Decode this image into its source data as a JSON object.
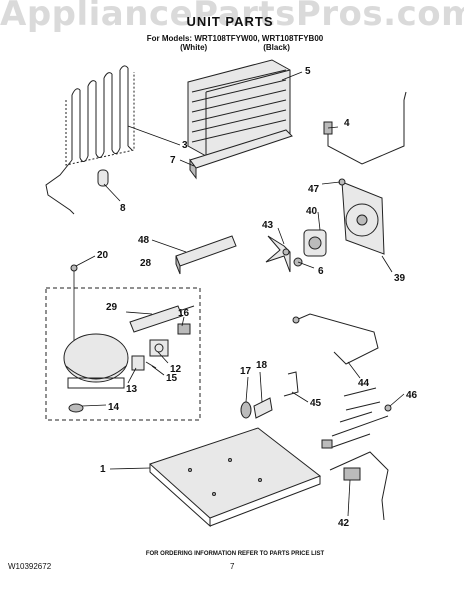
{
  "header": {
    "watermark": "AppliancePartsPros.com",
    "title": "UNIT PARTS",
    "models_line": "For Models: WRT108TFYW00, WRT108TFYB00",
    "variant_white": "(White)",
    "variant_black": "(Black)"
  },
  "callouts": [
    {
      "id": "3",
      "label": "3"
    },
    {
      "id": "4",
      "label": "4"
    },
    {
      "id": "5",
      "label": "5"
    },
    {
      "id": "6",
      "label": "6"
    },
    {
      "id": "7",
      "label": "7"
    },
    {
      "id": "8",
      "label": "8"
    },
    {
      "id": "12",
      "label": "12"
    },
    {
      "id": "13",
      "label": "13"
    },
    {
      "id": "14",
      "label": "14"
    },
    {
      "id": "15",
      "label": "15"
    },
    {
      "id": "16",
      "label": "16"
    },
    {
      "id": "17",
      "label": "17"
    },
    {
      "id": "18",
      "label": "18"
    },
    {
      "id": "20",
      "label": "20"
    },
    {
      "id": "28",
      "label": "28"
    },
    {
      "id": "29",
      "label": "29"
    },
    {
      "id": "39",
      "label": "39"
    },
    {
      "id": "40",
      "label": "40"
    },
    {
      "id": "42",
      "label": "42"
    },
    {
      "id": "43",
      "label": "43"
    },
    {
      "id": "44",
      "label": "44"
    },
    {
      "id": "45",
      "label": "45"
    },
    {
      "id": "46",
      "label": "46"
    },
    {
      "id": "47",
      "label": "47"
    },
    {
      "id": "48",
      "label": "48"
    },
    {
      "id": "1",
      "label": "1"
    }
  ],
  "footer": {
    "note": "FOR ORDERING INFORMATION REFER TO PARTS PRICE LIST",
    "doc_number": "W10392672",
    "page_number": "7"
  }
}
